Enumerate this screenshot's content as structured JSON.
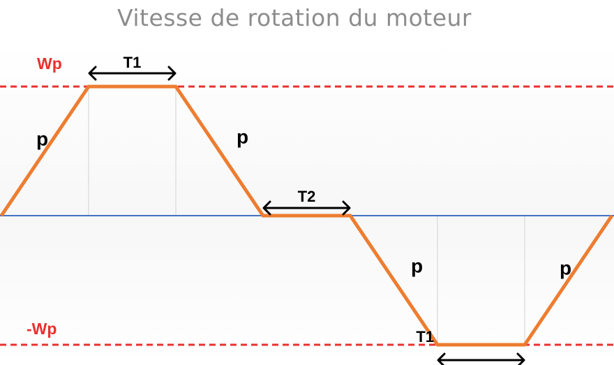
{
  "chart_data": {
    "type": "line",
    "title": "Vitesse de rotation du moteur",
    "xlabel": "",
    "ylabel": "",
    "ylim": [
      -1,
      1
    ],
    "series": [
      {
        "x": [
          0,
          1,
          2,
          3,
          4,
          5,
          6,
          7
        ],
        "values": [
          0,
          1,
          1,
          0,
          0,
          -1,
          -1,
          0
        ],
        "color": "#ed7d31"
      }
    ],
    "reference_lines": [
      {
        "label": "Wp",
        "value": 1,
        "color": "#e8312f",
        "style": "dashed"
      },
      {
        "label": "-Wp",
        "value": -1,
        "color": "#e8312f",
        "style": "dashed"
      }
    ],
    "zero_line_color": "#4472c4",
    "interval_annotations": [
      {
        "label": "T1",
        "from": 1,
        "to": 2
      },
      {
        "label": "T2",
        "from": 3,
        "to": 4
      },
      {
        "label": "T1",
        "from": 5,
        "to": 6
      }
    ],
    "slope_labels": [
      "p",
      "p",
      "p",
      "p"
    ],
    "grid": true
  }
}
